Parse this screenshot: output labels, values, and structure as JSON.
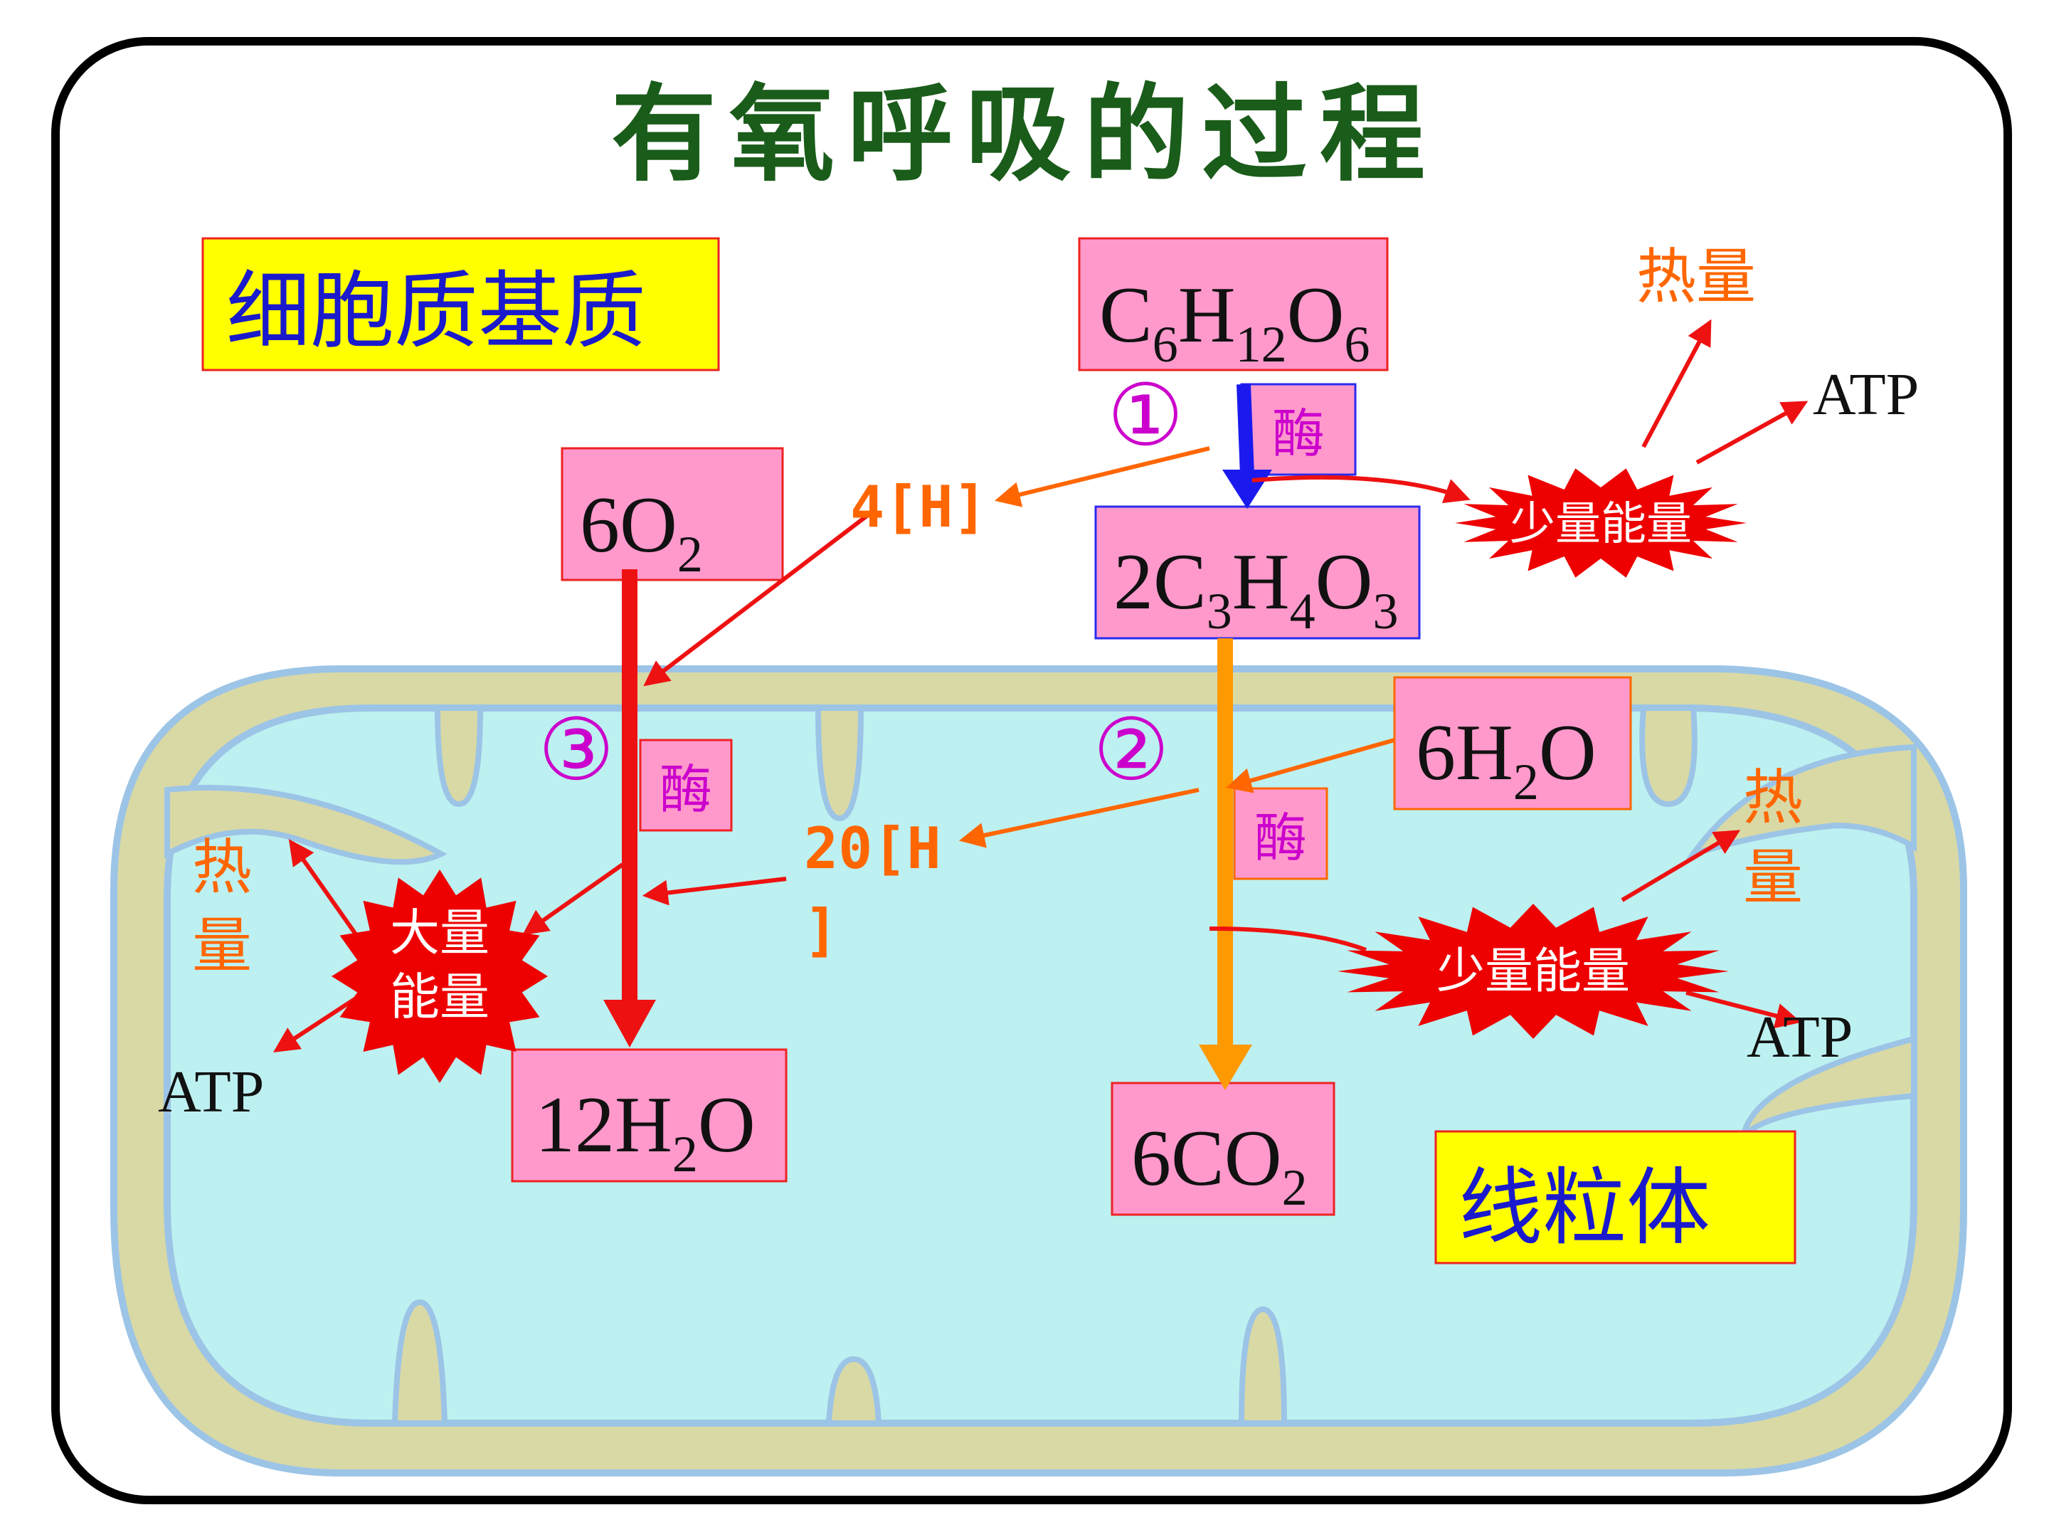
{
  "title": "有氧呼吸的过程",
  "labels": {
    "cytoplasm": "细胞质基质",
    "mitochondrion": "线粒体"
  },
  "molecules": {
    "glucose": {
      "main": "C",
      "s1": "6",
      "m2": "H",
      "s2": "12",
      "m3": "O",
      "s3": "6"
    },
    "pyruvate": {
      "main": "2C",
      "s1": "3",
      "m2": "H",
      "s2": "4",
      "m3": "O",
      "s3": "3"
    },
    "oxygen": {
      "main": "6O",
      "s1": "2"
    },
    "water_in": {
      "main": "6H",
      "s1": "2",
      "m2": "O"
    },
    "water_out": {
      "main": "12H",
      "s1": "2",
      "m2": "O"
    },
    "co2": {
      "main": "6CO",
      "s1": "2"
    }
  },
  "enzyme": "酶",
  "steps": {
    "s1": "①",
    "s2": "②",
    "s3": "③"
  },
  "hydrogen": {
    "h4": "4[H]",
    "h20_line1": "20[H",
    "h20_line2": "]"
  },
  "energy": {
    "small1": "少量能量",
    "small2": "少量能量",
    "large_line1": "大量",
    "large_line2": "能量"
  },
  "outputs": {
    "heat_top": "热量",
    "atp_top": "ATP",
    "heat_right_1": "热",
    "heat_right_2": "量",
    "atp_right": "ATP",
    "heat_left_1": "热",
    "heat_left_2": "量",
    "atp_left": "ATP"
  },
  "colors": {
    "title": "#1a5c1a",
    "box_pink": "#ff99cc",
    "label_yellow": "#ffff00",
    "label_text": "#1a1acc",
    "orange": "#ff6600",
    "red": "#ee1111",
    "step_purple": "#cc00cc",
    "blue_arrow": "#1a1aee",
    "mito_outer": "#d9d9a6",
    "mito_inner": "#bdf0f0",
    "mito_edge": "#9cc4e6"
  }
}
